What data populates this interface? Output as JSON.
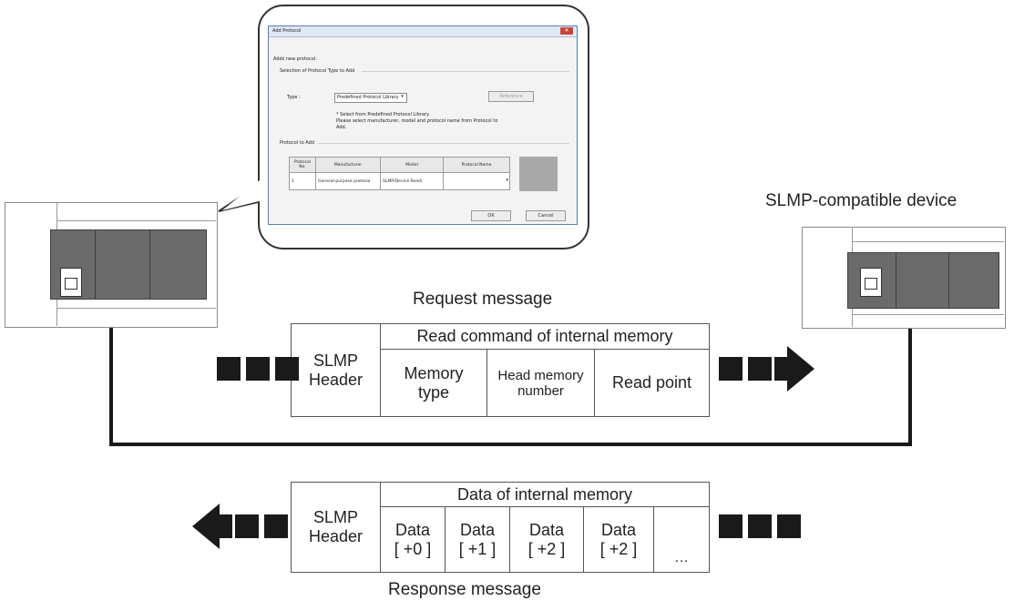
{
  "dialog": {
    "title": "Add Protocol",
    "close_symbol": "✕",
    "description": "Adds new protocol.",
    "section_type": "Selection of Protocol Type to Add",
    "type_label": "Type :",
    "type_value": "Predefined Protocol Library",
    "type_arrow": "▾",
    "reference_button": "Reference",
    "note_line1": "* Select from Predefined Protocol Library.",
    "note_line2": "Please select manufacturer, model and protocol name from Protocol to",
    "note_line3": "Add.",
    "section_protocol": "Protocol to Add",
    "table_headers": [
      "Protocol No.",
      "Manufacturer",
      "Model",
      "Protocol Name"
    ],
    "table_row": [
      "1",
      "General-purpose protocol",
      "SLMP(Device Read)",
      ""
    ],
    "row_arrow": "▾",
    "ok_button": "OK",
    "cancel_button": "Cancel"
  },
  "device_label": "SLMP-compatible device",
  "request": {
    "caption": "Request message",
    "header": "SLMP Header",
    "group": "Read command of internal memory",
    "fields": [
      "Memory type",
      "Head memory number",
      "Read point"
    ]
  },
  "response": {
    "caption": "Response message",
    "header": "SLMP Header",
    "group": "Data of internal memory",
    "fields": [
      {
        "name": "Data",
        "index": "[ +0 ]"
      },
      {
        "name": "Data",
        "index": "[ +1 ]"
      },
      {
        "name": "Data",
        "index": "[ +2 ]"
      },
      {
        "name": "Data",
        "index": "[ +2 ]"
      }
    ],
    "ellipsis": "…"
  },
  "colors": {
    "plc_module": "#6b6b6b",
    "arrow": "#1a1a1a",
    "dialog_border": "#5a7fb5"
  }
}
